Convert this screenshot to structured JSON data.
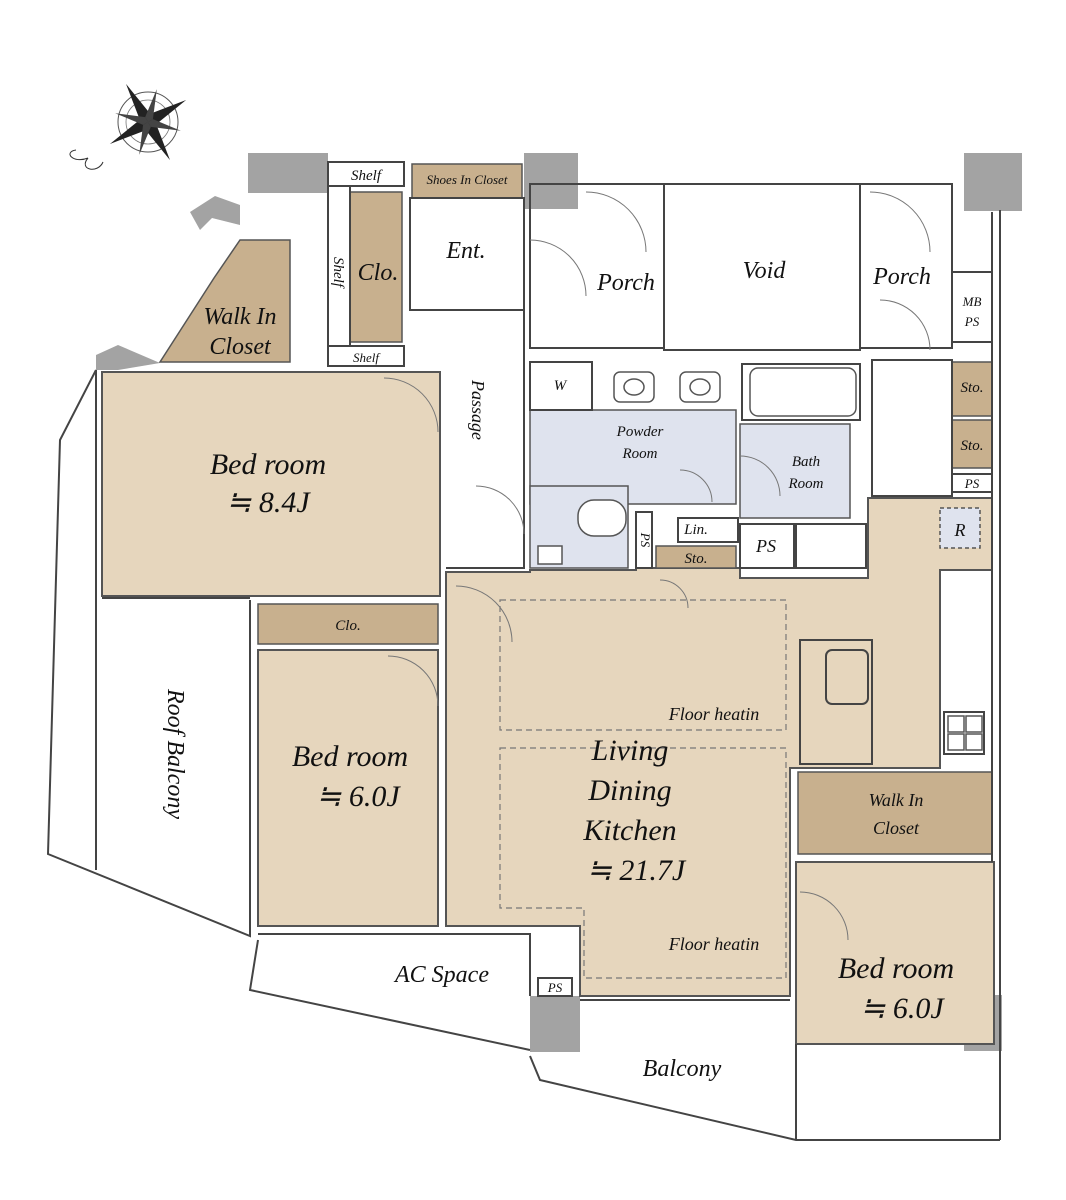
{
  "colors": {
    "room_tan": "#e6d6bd",
    "closet_brown": "#c8b08e",
    "wet_blue": "#dfe3ee",
    "wall_gray": "#a3a3a3",
    "white": "#ffffff",
    "line": "#333333"
  },
  "compass": {
    "icon": "compass-rose-icon"
  },
  "rooms": {
    "bedroom_nw": {
      "name": "Bed room",
      "size": "≒ 8.4J"
    },
    "bedroom_w": {
      "name": "Bed room",
      "size": "≒ 6.0J"
    },
    "bedroom_se": {
      "name": "Bed room",
      "size": "≒ 6.0J"
    },
    "ldk": {
      "line1": "Living",
      "line2": "Dining",
      "line3": "Kitchen",
      "size": "≒ 21.7J"
    },
    "walk_in_closet_nw": {
      "line1": "Walk In",
      "line2": "Closet"
    },
    "walk_in_closet_e": {
      "line1": "Walk In",
      "line2": "Closet"
    },
    "closet_top": "Clo.",
    "closet_mid": "Clo.",
    "shelf_top": "Shelf",
    "shelf_side": "Shelf",
    "shelf_bottom": "Shelf",
    "shoes_in_closet": "Shoes In Closet",
    "entrance": "Ent.",
    "passage": "Passage",
    "porch_left": "Porch",
    "porch_right": "Porch",
    "void": "Void",
    "mb_ps_line1": "MB",
    "mb_ps_line2": "PS",
    "storage_1": "Sto.",
    "storage_2": "Sto.",
    "storage_3": "Sto.",
    "ps_small_1": "PS",
    "ps_small_2": "PS",
    "ps_small_3": "PS",
    "ps_box": "PS",
    "washer": "W",
    "powder_room_line1": "Powder",
    "powder_room_line2": "Room",
    "bath_room_line1": "Bath",
    "bath_room_line2": "Room",
    "linen": "Lin.",
    "refrigerator": "R",
    "floor_heating_1": "Floor heatin",
    "floor_heating_2": "Floor heatin",
    "roof_balcony": "Roof Balcony",
    "ac_space": "AC Space",
    "balcony": "Balcony"
  }
}
